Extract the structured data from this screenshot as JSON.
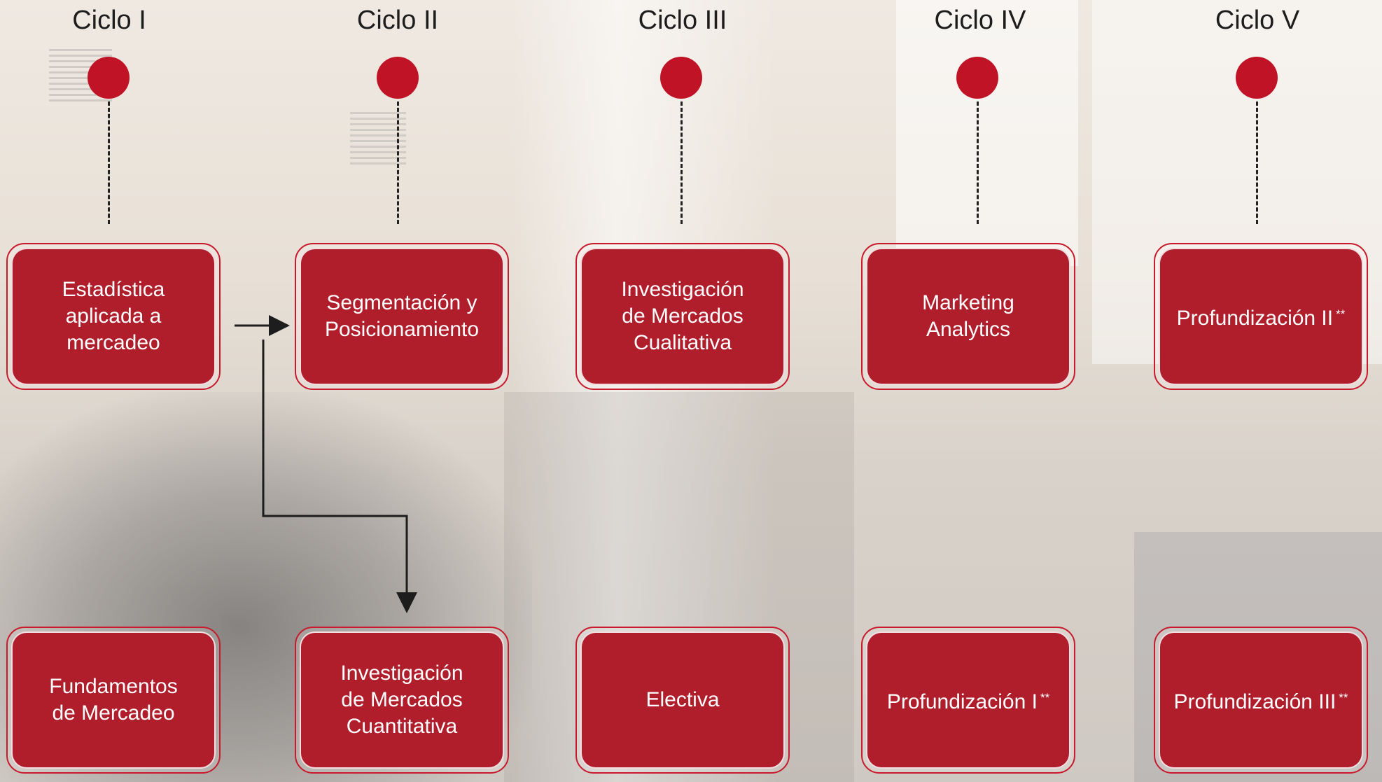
{
  "cycles": [
    {
      "label": "Ciclo I"
    },
    {
      "label": "Ciclo II"
    },
    {
      "label": "Ciclo III"
    },
    {
      "label": "Ciclo IV"
    },
    {
      "label": "Ciclo V"
    }
  ],
  "top_row": [
    {
      "text": "Estadística\naplicada a\nmercadeo",
      "note": ""
    },
    {
      "text": "Segmentación y\nPosicionamiento",
      "note": ""
    },
    {
      "text": "Investigación\nde Mercados\nCualitativa",
      "note": ""
    },
    {
      "text": "Marketing\nAnalytics",
      "note": ""
    },
    {
      "text": "Profundización II",
      "note": "**"
    }
  ],
  "bottom_row": [
    {
      "text": "Fundamentos\nde Mercadeo",
      "note": ""
    },
    {
      "text": "Investigación\nde Mercados\nCuantitativa",
      "note": ""
    },
    {
      "text": "Electiva",
      "note": ""
    },
    {
      "text": "Profundización I",
      "note": "**"
    },
    {
      "text": "Profundización III",
      "note": "**"
    }
  ],
  "colors": {
    "accent": "#c01426",
    "card_fill": "#b01e2c",
    "text_on_card": "#ffffff",
    "connector": "#1d1d1d"
  }
}
